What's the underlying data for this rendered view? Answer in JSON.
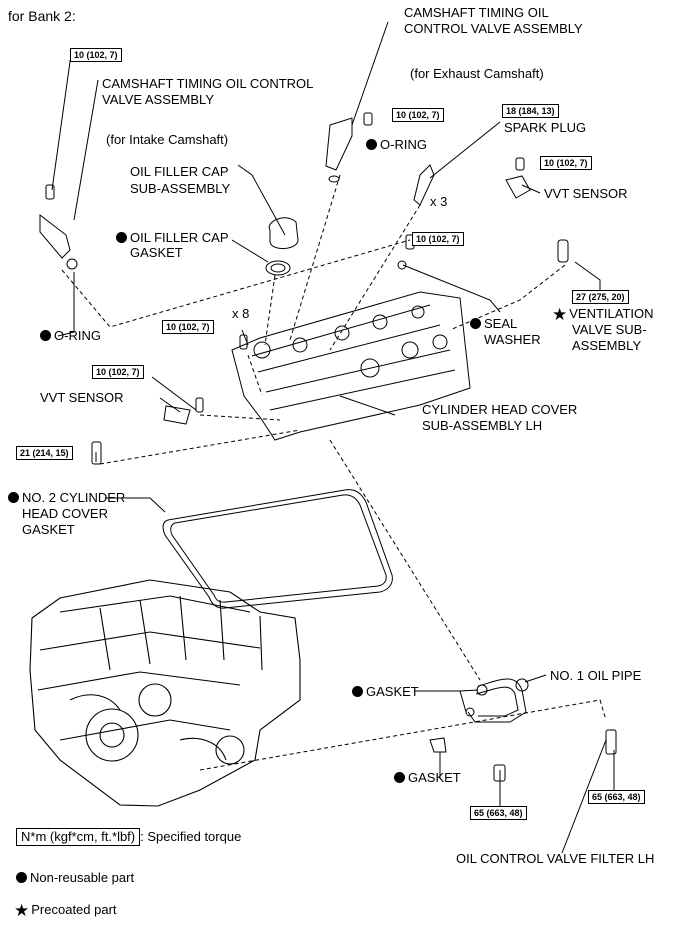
{
  "header": {
    "bank": "for Bank 2:"
  },
  "labels": {
    "cam_ocv_exhaust": [
      "CAMSHAFT TIMING OIL",
      "CONTROL VALVE ASSEMBLY"
    ],
    "for_exhaust": "(for Exhaust Camshaft)",
    "cam_ocv_intake": [
      "CAMSHAFT TIMING OIL CONTROL",
      "VALVE ASSEMBLY"
    ],
    "for_intake": "(for Intake Camshaft)",
    "oring_upper": "O-RING",
    "spark_plug": "SPARK PLUG",
    "x3": "x 3",
    "vvt_sensor_right": "VVT SENSOR",
    "oil_filler_cap": [
      "OIL FILLER CAP",
      "SUB-ASSEMBLY"
    ],
    "oil_filler_cap_gasket": [
      "OIL FILLER CAP",
      "GASKET"
    ],
    "seal_washer": [
      "SEAL",
      "WASHER"
    ],
    "ventilation_valve": [
      "VENTILATION",
      "VALVE SUB-",
      "ASSEMBLY"
    ],
    "oring_left": "O-RING",
    "x8": "x 8",
    "vvt_sensor_left": "VVT SENSOR",
    "cyl_head_cover": [
      "CYLINDER HEAD COVER",
      "SUB-ASSEMBLY LH"
    ],
    "no2_gasket": [
      "NO. 2 CYLINDER",
      "HEAD COVER",
      "GASKET"
    ],
    "no1_oil_pipe": "NO. 1 OIL PIPE",
    "gasket_upper": "GASKET",
    "gasket_lower": "GASKET",
    "ocv_filter": "OIL CONTROL VALVE FILTER LH"
  },
  "torques": {
    "t_left_ocv": "10 (102, 7)",
    "t_exh_ocv": "10 (102, 7)",
    "t_spark": "18 (184, 13)",
    "t_vvt_right": "10 (102, 7)",
    "t_washer": "10 (102, 7)",
    "t_vent": "27 (275, 20)",
    "t_cover": "10 (102, 7)",
    "t_vvt_left": "10 (102, 7)",
    "t_stud": "21 (214, 15)",
    "t_union_a": "65 (663, 48)",
    "t_union_b": "65 (663, 48)"
  },
  "legend": {
    "torque_box": "N*m (kgf*cm, ft.*lbf)",
    "torque_text": ": Specified torque",
    "nonreusable": "Non-reusable part",
    "precoated": "Precoated part"
  }
}
